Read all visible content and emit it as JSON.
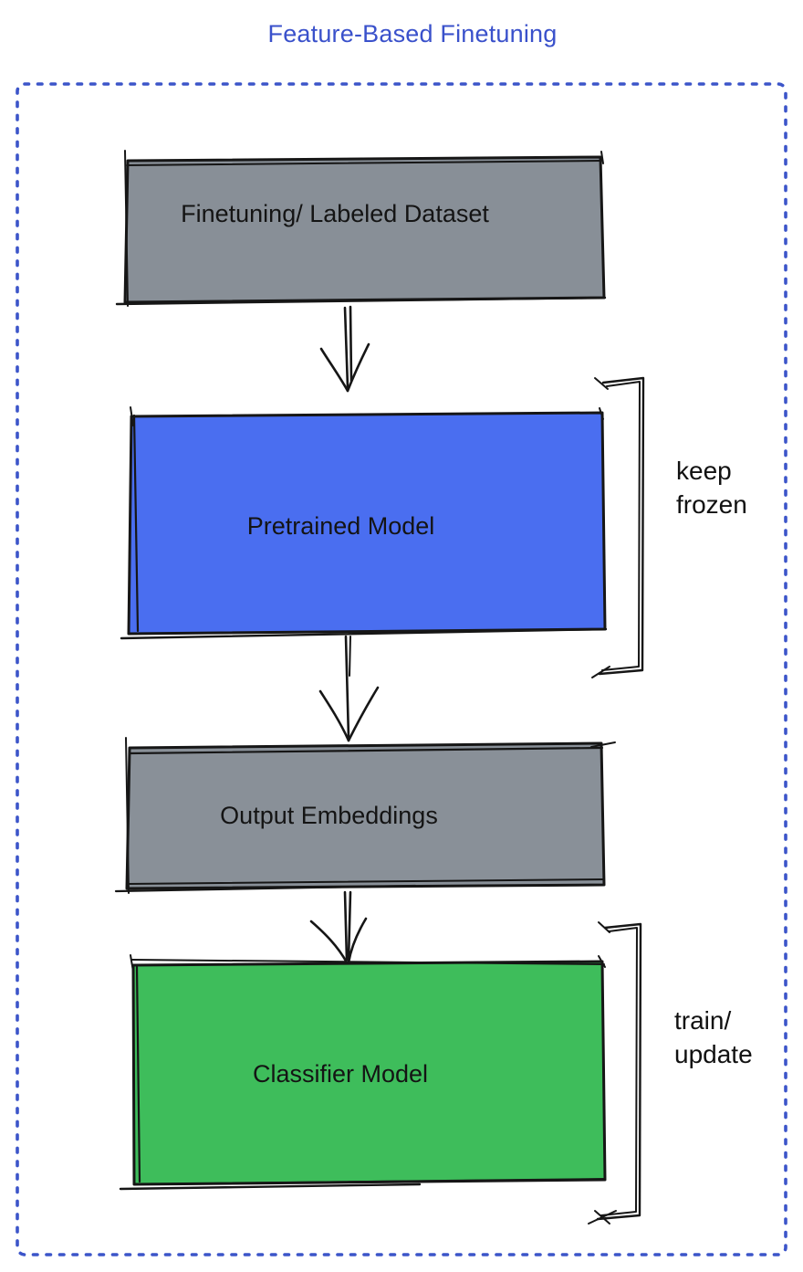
{
  "title": {
    "text": "Feature-Based Finetuning",
    "color": "#3a51cb"
  },
  "frame": {
    "color": "#3c55c9",
    "style": "dotted"
  },
  "ink": "#161616",
  "boxes": [
    {
      "id": "finetuning-dataset",
      "label": "Finetuning/ Labeled Dataset",
      "color": "#888f97"
    },
    {
      "id": "pretrained-model",
      "label": "Pretrained Model",
      "color": "#4a6ef0"
    },
    {
      "id": "output-embeddings",
      "label": "Output Embeddings",
      "color": "#899098"
    },
    {
      "id": "classifier-model",
      "label": "Classifier Model",
      "color": "#3ebd5b"
    }
  ],
  "arrows": [
    {
      "from": "finetuning-dataset",
      "to": "pretrained-model"
    },
    {
      "from": "pretrained-model",
      "to": "output-embeddings"
    },
    {
      "from": "output-embeddings",
      "to": "classifier-model"
    }
  ],
  "annotations": [
    {
      "target": "pretrained-model",
      "label": "keep\nfrozen"
    },
    {
      "target": "classifier-model",
      "label": "train/\nupdate"
    }
  ]
}
